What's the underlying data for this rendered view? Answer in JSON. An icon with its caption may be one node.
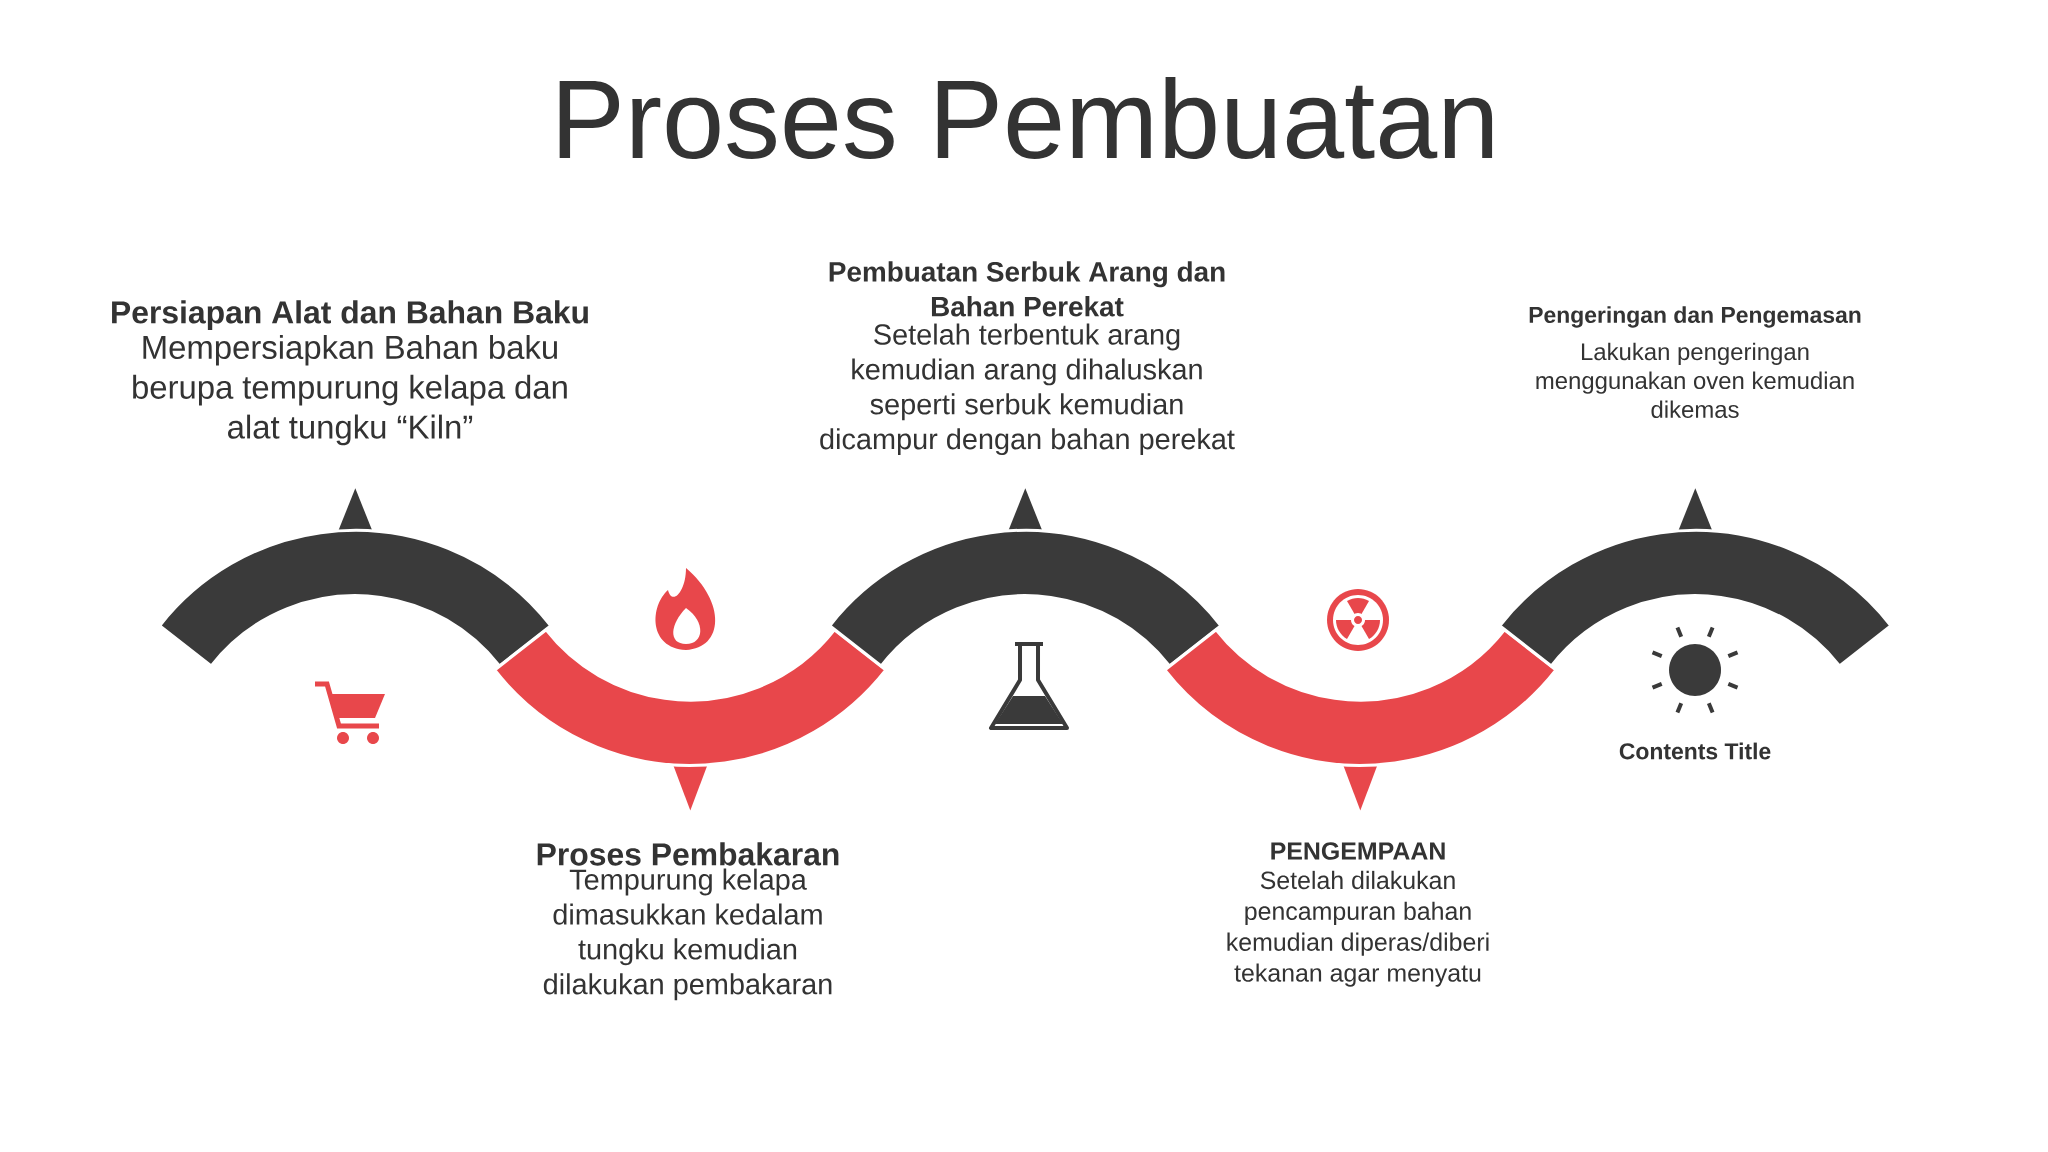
{
  "diagram": {
    "title": "Proses Pembuatan",
    "nodes": [
      {
        "text": [
          "Persiapan Alat dan Bahan Baku",
          "Mempersiapkan Bahan baku berupa tempurung kelapa dan alat tungku “Kiln”"
        ]
      },
      {
        "text": [
          "Proses Pembakaran",
          "Tempurung kelapa dimasukkan kedalam tungku kemudian dilakukan pembakaran"
        ]
      },
      {
        "text": [
          "Pembuatan Serbuk Arang dan Bahan Perekat",
          "Setelah terbentuk arang kemudian arang dihaluskan seperti serbuk kemudian dicampur dengan bahan perekat"
        ]
      },
      {
        "text": [
          "PENGEMPAAN",
          "Setelah dilakukan pencampuran bahan kemudian diperas/diberi tekanan agar menyatu"
        ]
      },
      {
        "text": [
          "Pengeringan dan Pengemasan",
          "Lakukan pengeringan menggunakan oven kemudian dikemas"
        ]
      }
    ],
    "labels": [
      "Contents Title"
    ]
  }
}
